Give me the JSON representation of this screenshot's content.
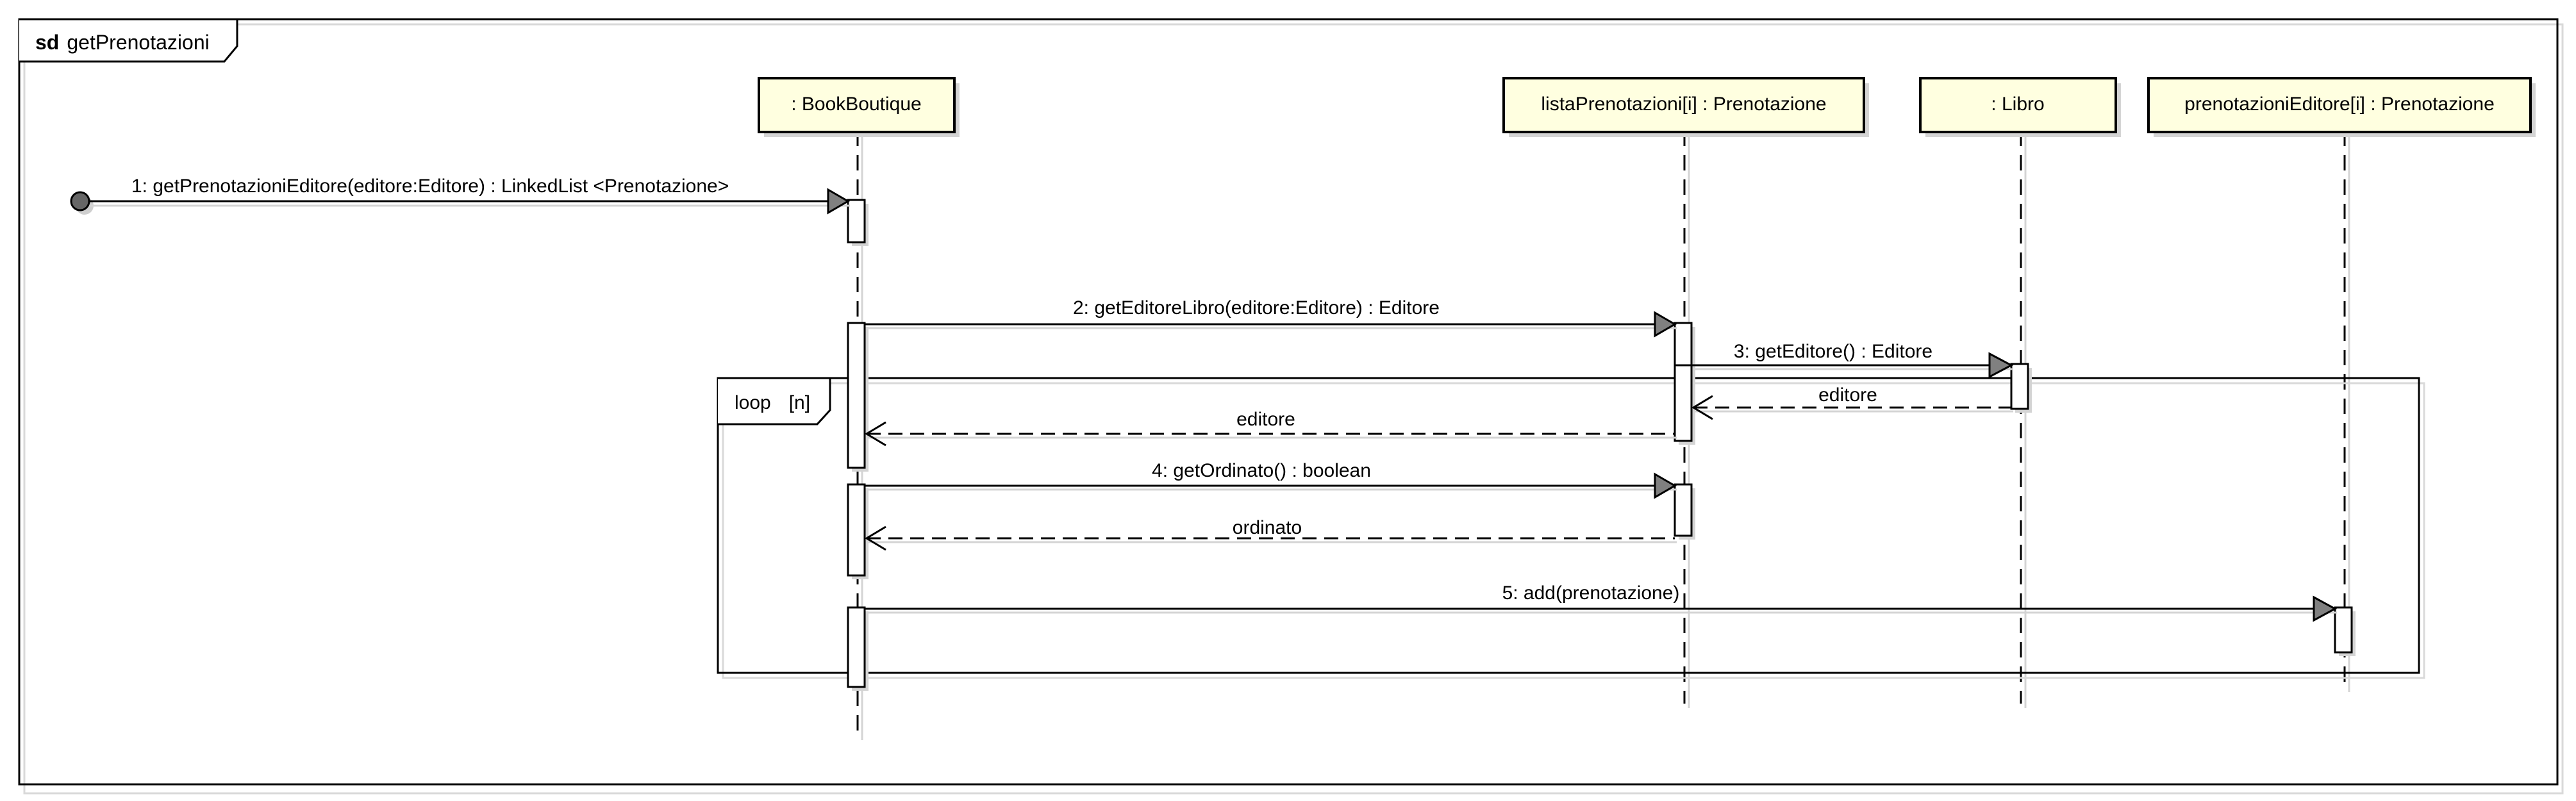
{
  "diagram": {
    "frame": {
      "keyword": "sd",
      "name": "getPrenotazioni"
    },
    "participants": [
      {
        "id": "bookboutique",
        "label": ": BookBoutique"
      },
      {
        "id": "lista",
        "label": "listaPrenotazioni[i] : Prenotazione"
      },
      {
        "id": "libro",
        "label": ": Libro"
      },
      {
        "id": "prenEditore",
        "label": "prenotazioniEditore[i] : Prenotazione"
      }
    ],
    "fragment": {
      "operator": "loop",
      "guard": "[n]"
    },
    "messages": [
      {
        "id": "m1",
        "label": "1: getPrenotazioniEditore(editore:Editore) : LinkedList <Prenotazione>"
      },
      {
        "id": "m2",
        "label": "2: getEditoreLibro(editore:Editore) : Editore"
      },
      {
        "id": "m3",
        "label": "3: getEditore() : Editore"
      },
      {
        "id": "r3",
        "label": "editore"
      },
      {
        "id": "r2",
        "label": "editore"
      },
      {
        "id": "m4",
        "label": "4: getOrdinato() : boolean"
      },
      {
        "id": "r4",
        "label": "ordinato"
      },
      {
        "id": "m5",
        "label": "5: add(prenotazione)"
      }
    ],
    "colors": {
      "lifelineHead": "#ffffe0",
      "line": "#000000",
      "shadow": "#d4d4d4",
      "arrowFill": "#808080"
    }
  }
}
